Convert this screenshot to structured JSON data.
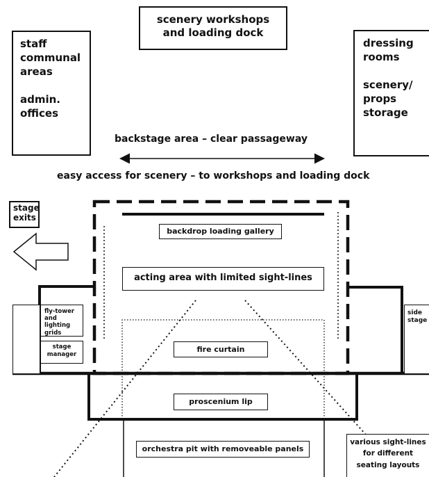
{
  "scenery_workshops": "scenery workshops\nand loading dock",
  "staff_box": "staff\ncommunal\nareas\n\nadmin.\noffices",
  "dressing_box": "dressing\nrooms\n\nscenery/\nprops\nstorage",
  "backstage_label": "backstage area – clear passageway",
  "access_label": "easy access for scenery – to workshops and loading dock",
  "stage_exits": "stage\nexits",
  "backdrop_gallery": "backdrop loading gallery",
  "acting_area": "acting area with limited sight-lines",
  "fly_tower": "fly-tower\nand lighting\ngrids",
  "stage_manager": "stage\nmanager",
  "fire_curtain": "fire curtain",
  "side_stage": "side\nstage",
  "proscenium_lip": "proscenium lip",
  "orchestra_pit": "orchestra pit with removeable panels",
  "sight_lines": "various sight-lines\nfor different\nseating layouts"
}
